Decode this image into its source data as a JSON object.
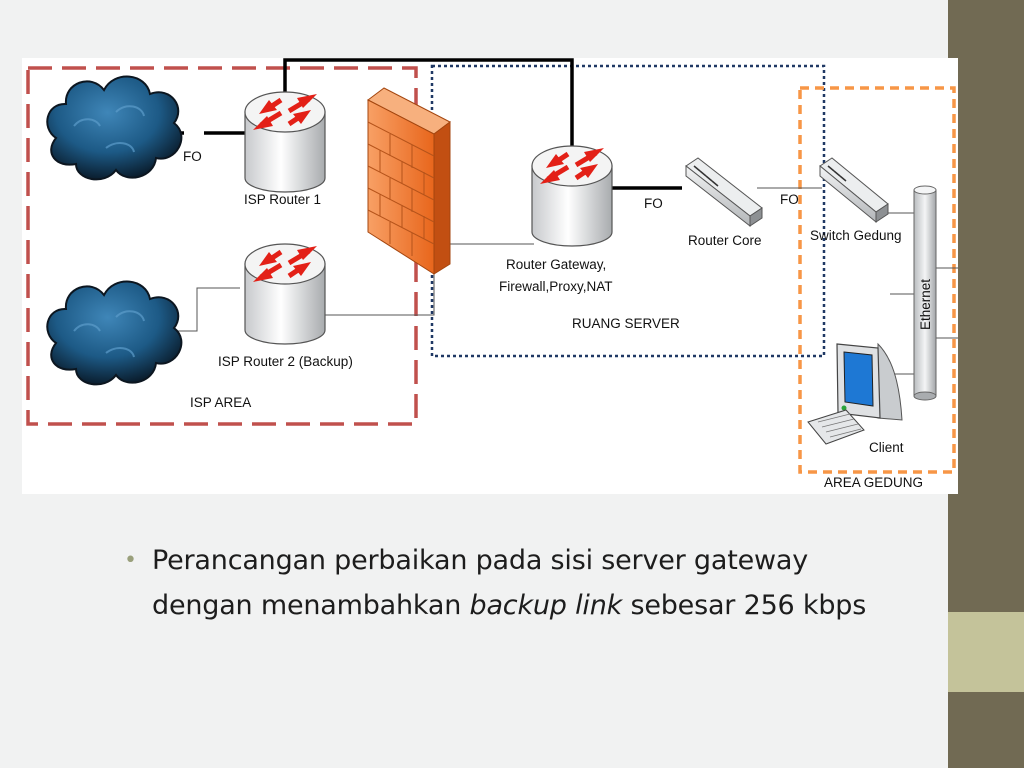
{
  "diagram": {
    "areas": {
      "isp": "ISP AREA",
      "server_room": "RUANG SERVER",
      "building": "AREA GEDUNG"
    },
    "nodes": {
      "isp_router_1": "ISP Router 1",
      "isp_router_2": "ISP Router 2 (Backup)",
      "router_gateway_line1": "Router Gateway,",
      "router_gateway_line2": "Firewall,Proxy,NAT",
      "router_core": "Router Core",
      "switch_gedung": "Switch Gedung",
      "client": "Client",
      "ethernet": "Ethernet"
    },
    "link_labels": {
      "fo_isp": "FO",
      "fo_gateway": "FO",
      "fo_core": "FO"
    },
    "colors": {
      "isp_area_border": "#c0504d",
      "server_area_border": "#1f3864",
      "building_area_border": "#f79646",
      "router_arrow": "#e32017",
      "firewall": "#f07c2a",
      "cloud": "#2d6f9e"
    }
  },
  "caption": {
    "part1": "Perancangan perbaikan pada sisi server gateway dengan menambahkan ",
    "emphasis": "backup link",
    "part2": " sebesar 256 kbps"
  },
  "theme": {
    "sidebar_dark": "#716a53",
    "sidebar_light": "#c4c39a",
    "bullet": "#9aa07c"
  }
}
